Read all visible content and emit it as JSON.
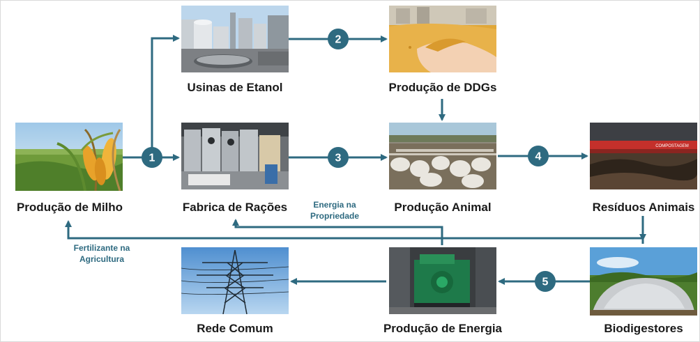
{
  "nodes": {
    "milho": "Produção de Milho",
    "etanol": "Usinas de Etanol",
    "ddgs": "Produção de DDGs",
    "racoes": "Fabrica de Rações",
    "animal": "Produção Animal",
    "residuos": "Resíduos Animais",
    "biodigestores": "Biodigestores",
    "energia": "Produção de Energia",
    "rede": "Rede Comum"
  },
  "steps": [
    "1",
    "2",
    "3",
    "4",
    "5"
  ],
  "notes": {
    "energia_propriedade": [
      "Energia na",
      "Propriedade"
    ],
    "fertilizante": [
      "Fertilizante na",
      "Agricultura"
    ]
  },
  "photo_marks": {
    "composting_sign": "COMPOSTAGEM"
  },
  "colors": {
    "arrow": "#2e6a80",
    "step_circle": "#2e6a80",
    "note_text": "#2e6a80"
  }
}
